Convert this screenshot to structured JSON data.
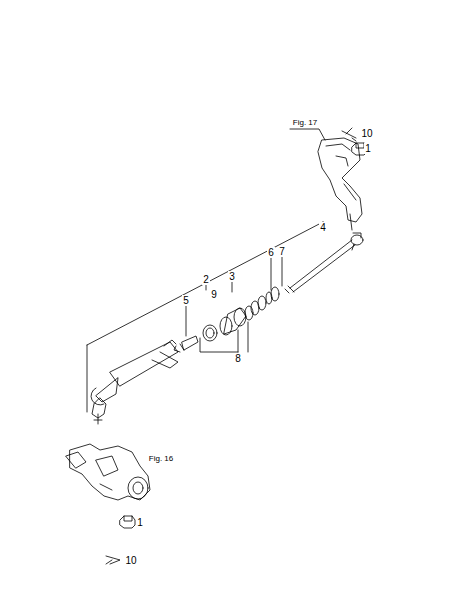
{
  "diagram": {
    "labels": [
      "10",
      "Fig. 17",
      "1",
      "4",
      "2",
      "3",
      "9",
      "6",
      "7",
      "5",
      "8",
      "Fig. 16",
      "1",
      "10"
    ]
  }
}
